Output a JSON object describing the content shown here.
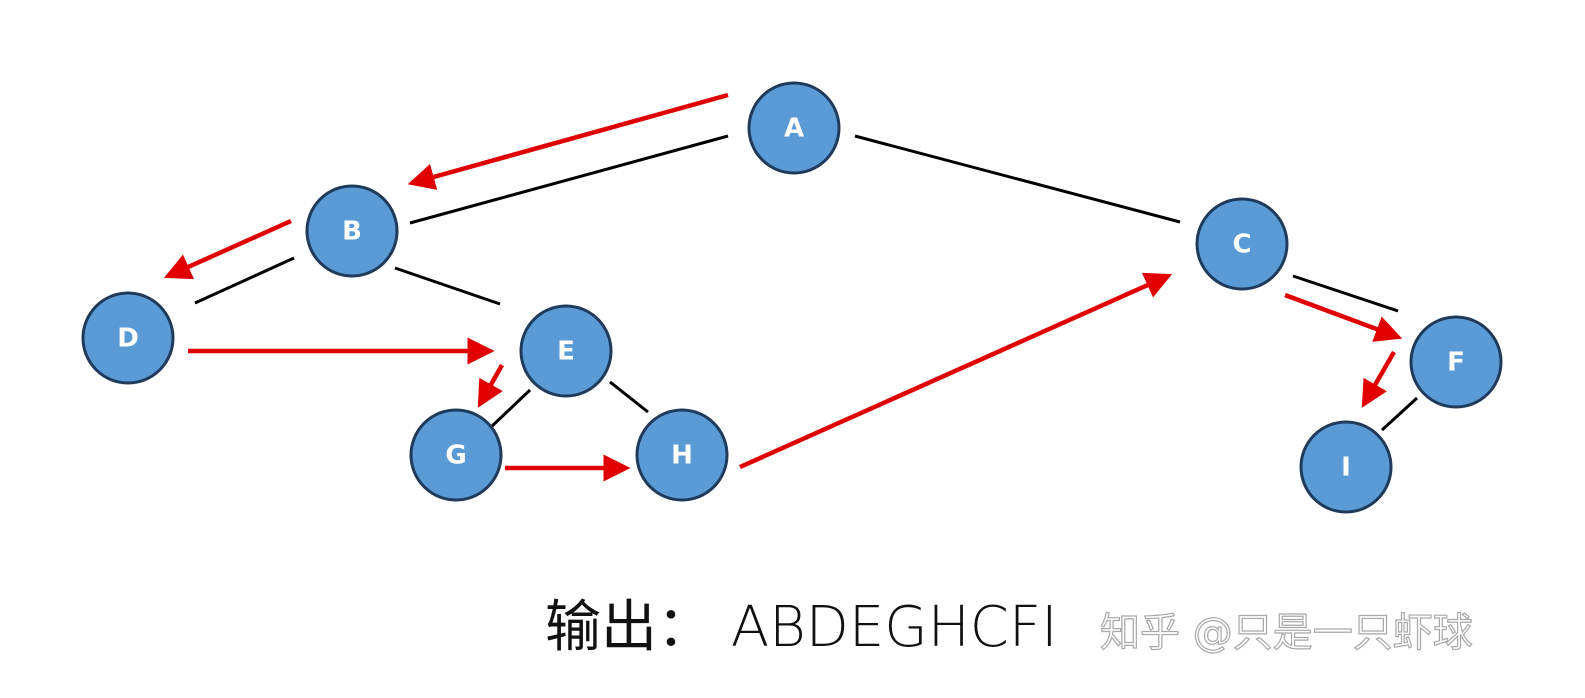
{
  "nodes": [
    "A",
    "B",
    "C",
    "D",
    "E",
    "F",
    "G",
    "H",
    "I"
  ],
  "tree_edges": [
    [
      "A",
      "B"
    ],
    [
      "A",
      "C"
    ],
    [
      "B",
      "D"
    ],
    [
      "B",
      "E"
    ],
    [
      "E",
      "G"
    ],
    [
      "E",
      "H"
    ],
    [
      "C",
      "F"
    ],
    [
      "F",
      "I"
    ]
  ],
  "traversal_arrows": [
    [
      "A",
      "B"
    ],
    [
      "B",
      "D"
    ],
    [
      "D",
      "E"
    ],
    [
      "E",
      "G"
    ],
    [
      "G",
      "H"
    ],
    [
      "H",
      "C"
    ],
    [
      "C",
      "F"
    ],
    [
      "F",
      "I"
    ]
  ],
  "output": {
    "prefix": "输出：",
    "sequence": "ABDEGHCFI"
  },
  "watermark": "知乎 @只是一只虾球",
  "colors": {
    "node_fill": "#5b9bd5",
    "node_border": "#1f3b5c",
    "node_text": "#ffffff",
    "edge": "#000000",
    "arrow": "#e00000"
  }
}
